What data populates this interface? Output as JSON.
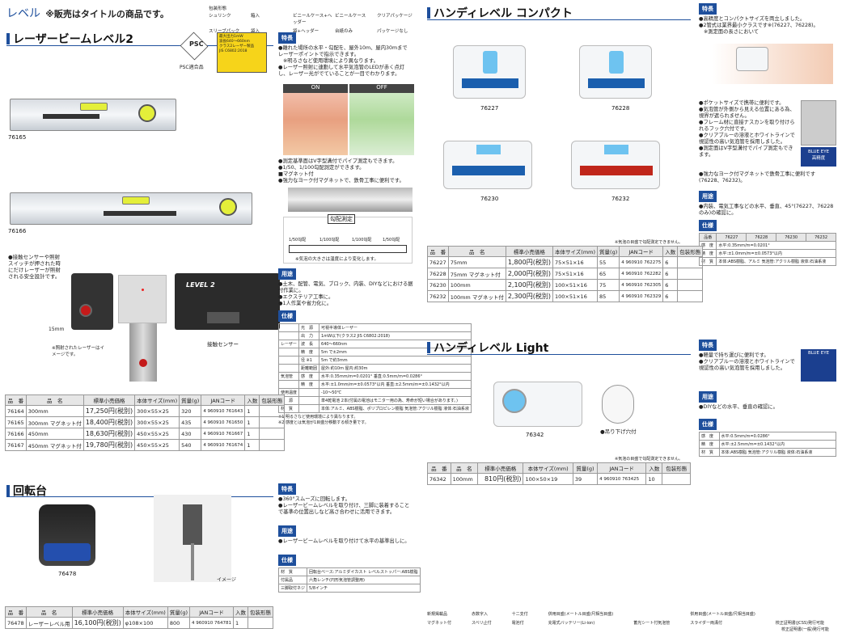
{
  "header": {
    "title": "レベル",
    "note": "※販売はタイトルの商品です。",
    "legend_title": "包装形態",
    "legend": [
      "シュリンク",
      "箱入",
      "ビニールケース+ヘッダー",
      "ビニールケース",
      "クリアパッケージ",
      "スリーブパック",
      "袋入",
      "袋+ヘッダー",
      "台紙のみ",
      "パッケージなし"
    ]
  },
  "laser": {
    "title": "レーザービームレベル2",
    "psc": "PSC適合品",
    "warn_lines": [
      "最大出力1mW",
      "波長640〜660nm",
      "クラス2レーザー製品",
      "JIS C6802:2018"
    ],
    "tokucho_label": "特長",
    "tokucho": [
      "●離れた場所の水平・勾配を、屋外10m、屋内30mまでレーザーポイントで指示できます。",
      "※明るさなど使用環境により異なります。",
      "●レーザー照射に連動して水平気泡管のLEDが赤く点灯し、レーザー光がでていることが一目でわかります。"
    ],
    "on": "ON",
    "off": "OFF",
    "points": [
      "●測定基準面はV字型溝付でパイプ測定もできます。",
      "●1/50、1/100勾配測定ができます。",
      "■マグネット付",
      "●強力なヨーク付マグネットで、鉄骨工事に便利です。"
    ],
    "kobai": "勾配測定",
    "k1": "1/50勾配",
    "k2": "1/100勾配",
    "k3": "1/100勾配",
    "k4": "1/50勾配",
    "bubble_note": "※気泡の大きさは温度により変化します。",
    "yoto_label": "用途",
    "yoto": [
      "●土木、配管、電気、ブロック、内装、DIYなどにおける据付作業に。",
      "●エクステリア工事に。",
      "●1人作業や省力化に。"
    ],
    "shiyo_label": "仕様",
    "spec": [
      [
        "",
        "光　源",
        "可視半導体レーザー"
      ],
      [
        "",
        "出　力",
        "1mW以下(クラス2 JIS C6802:2018)"
      ],
      [
        "レーザー",
        "波　長",
        "640〜660nm"
      ],
      [
        "",
        "精　度",
        "5m で±2mm"
      ],
      [
        "",
        "径 ※1",
        "5m で約3mm"
      ],
      [
        "",
        "距離範囲",
        "屋外:約10m 屋内:約30m"
      ],
      [
        "気泡管",
        "感　度",
        "水平:0.35mm/m=0.0201° 垂直:0.5mm/m=0.0286°"
      ],
      [
        "",
        "精　度",
        "水平:±1.0mm/m=±0.0573°以内 垂直:±2.5mm/m=±0.1432°以内"
      ],
      [
        "使用温度",
        "",
        "-10〜50℃"
      ],
      [
        "電　源",
        "",
        "単4乾電池 2本(付属の電池はモニター用の為、寿命が短い場合があります。)"
      ],
      [
        "材　質",
        "",
        "本体:アルミ、ABS樹脂、ポリプロピレン樹脂 気泡管:アクリル樹脂 液体:石油系液"
      ]
    ],
    "spec_notes": [
      "※1 明るさなど使用環境により異なります。",
      "※2 感度とは気泡が1目盛分移動する傾き量です。"
    ],
    "img1": "76165",
    "img2": "76166",
    "sensor_note": "●接触センサーや照射スイッチが押された時にだけレーザーが照射される安全設計です。",
    "dist": "15mm",
    "laser_note": "※照射されたレーザーはイメージです。",
    "sensor_label": "接触センサー",
    "th": [
      "品　番",
      "品　名",
      "標準小売価格",
      "本体サイズ(mm)",
      "質量(g)",
      "JANコード",
      "入数",
      "包装形態"
    ],
    "rows": [
      [
        "76164",
        "300mm",
        "17,250円(税別)",
        "300×55×25",
        "320",
        "4 960910 761643",
        "1"
      ],
      [
        "76165",
        "300mm マグネット付",
        "18,400円(税別)",
        "300×55×25",
        "435",
        "4 960910 761650",
        "1"
      ],
      [
        "76166",
        "450mm",
        "18,630円(税別)",
        "450×55×25",
        "430",
        "4 960910 761667",
        "1"
      ],
      [
        "76167",
        "450mm マグネット付",
        "19,780円(税別)",
        "450×55×25",
        "540",
        "4 960910 761674",
        "1"
      ]
    ]
  },
  "turn": {
    "title": "回転台",
    "tokucho_label": "特長",
    "tokucho": [
      "●360°スムーズに回転します。",
      "●レーザービームレベルを取り付け、三脚に装着することで基準の位置出しなど高さ合わせに活用できます。"
    ],
    "yoto_label": "用途",
    "yoto": [
      "●レーザービームレベルを取り付けて水平の基準出しに。"
    ],
    "shiyo_label": "仕様",
    "spec": [
      [
        "材　質",
        "回転台ベース:アルミダイカスト レベルストッパー:ABS樹脂"
      ],
      [
        "付属品",
        "六角レンチ(円形気泡管調整用)"
      ],
      [
        "三脚取付ネジ",
        "5/8インチ"
      ]
    ],
    "img": "76478",
    "image_cap": "イメージ",
    "th": [
      "品　番",
      "品　名",
      "標準小売価格",
      "本体サイズ(mm)",
      "質量(g)",
      "JANコード",
      "入数",
      "包装形態"
    ],
    "row": [
      "76478",
      "レーザーレベル用",
      "16,100円(税別)",
      "φ108×100",
      "800",
      "4 960910 764781",
      "1"
    ]
  },
  "compact": {
    "title": "ハンディレベル コンパクト",
    "labels": [
      "76227",
      "76228",
      "76230",
      "76232"
    ],
    "tokucho_label": "特長",
    "tokucho": [
      "●高精度とコンパクトサイズを両立しました。",
      "●2管式は業界最小クラスです※(76227、76228)。",
      "※測定面の長さにおいて",
      "●ポケットサイズで携帯に便利です。",
      "●気泡管が外側から見える位置にある為、視界が遮られません。",
      "●フレーム材に直接ナスカンを取り付けられるフック穴付です。",
      "●クリアブルーの溶液とホワイトラインで視認性の高い気泡管を採用しました。",
      "●測定面はV字型溝付でパイプ測定もできます。",
      "●強力なヨーク付マグネットで鉄骨工事に便利です(76228、76232)。"
    ],
    "blue_eye": "BLUE EYE",
    "blue_eye2": "高精度",
    "yoto_label": "用途",
    "yoto": [
      "●内装、電気工事などの水平、垂直、45°(76227、76228のみ)の確認に。"
    ],
    "shiyo_label": "仕様",
    "spec_head": [
      "品番",
      "76227",
      "76228",
      "76230",
      "76232"
    ],
    "spec": [
      [
        "感　度",
        "水平:0.35mm/m=0.0201°"
      ],
      [
        "精　度",
        "水平:±1.0mm/m=±0.0573°以内"
      ],
      [
        "材　質",
        "本体:ABS樹脂、アルミ 気泡管:アクリル樹脂 液体:石油系液"
      ]
    ],
    "note": "※気泡の目盛で勾配測定できません。",
    "th": [
      "品　番",
      "品　名",
      "標準小売価格",
      "本体サイズ(mm)",
      "質量(g)",
      "JANコード",
      "入数",
      "包装形態"
    ],
    "rows": [
      [
        "76227",
        "75mm",
        "1,800円(税別)",
        "75×51×16",
        "55",
        "4 960910 762275"
      ],
      [
        "76228",
        "75mm マグネット付",
        "2,000円(税別)",
        "75×51×16",
        "65",
        "4 960910 762282"
      ],
      [
        "76230",
        "100mm",
        "2,100円(税別)",
        "100×51×16",
        "75",
        "4 960910 762305"
      ],
      [
        "76232",
        "100mm マグネット付",
        "2,300円(税別)",
        "100×51×16",
        "85",
        "4 960910 762329"
      ]
    ],
    "qty": "6"
  },
  "light": {
    "title": "ハンディレベル Light",
    "img": "76342",
    "hook": "●吊り下げ穴付",
    "tokucho_label": "特長",
    "tokucho": [
      "●軽量で持ち運びに便利です。",
      "●クリアブルーの溶液とホワイトラインで視認性の高い気泡管を採用しました。"
    ],
    "blue_eye": "BLUE EYE",
    "yoto_label": "用途",
    "yoto": [
      "●DIYなどの水平、垂直の確認に。"
    ],
    "shiyo_label": "仕様",
    "spec": [
      [
        "感　度",
        "水平:0.5mm/m=0.0286°"
      ],
      [
        "精　度",
        "水平:±2.5mm/m=±0.1432°以内"
      ],
      [
        "材　質",
        "本体:ABS樹脂 気泡管:アクリル樹脂 液体:石油系液"
      ]
    ],
    "note": "※気泡の目盛で勾配測定できません。",
    "th": [
      "品　番",
      "品　名",
      "標準小売価格",
      "本体サイズ(mm)",
      "質量(g)",
      "JANコード",
      "入数",
      "包装形態"
    ],
    "row": [
      "76342",
      "100mm",
      "810円(税別)",
      "100×50×19",
      "39",
      "4 960910 763425",
      "10"
    ]
  },
  "footer": [
    "新規掲載品",
    "赤数字入",
    "十二支付",
    "併用目盛(メートル目盛/尺相当目盛)",
    "併用目盛(メートル目盛/尺相当目盛)",
    "マグネット付",
    "スベリ止付",
    "電池付",
    "充電式バッテリー(Li-ion)",
    "蓄光シート付気泡管",
    "スライダー両溝付",
    "校正証明書(JCSS)発行可能",
    "校正証明書(一般)発行可能"
  ]
}
